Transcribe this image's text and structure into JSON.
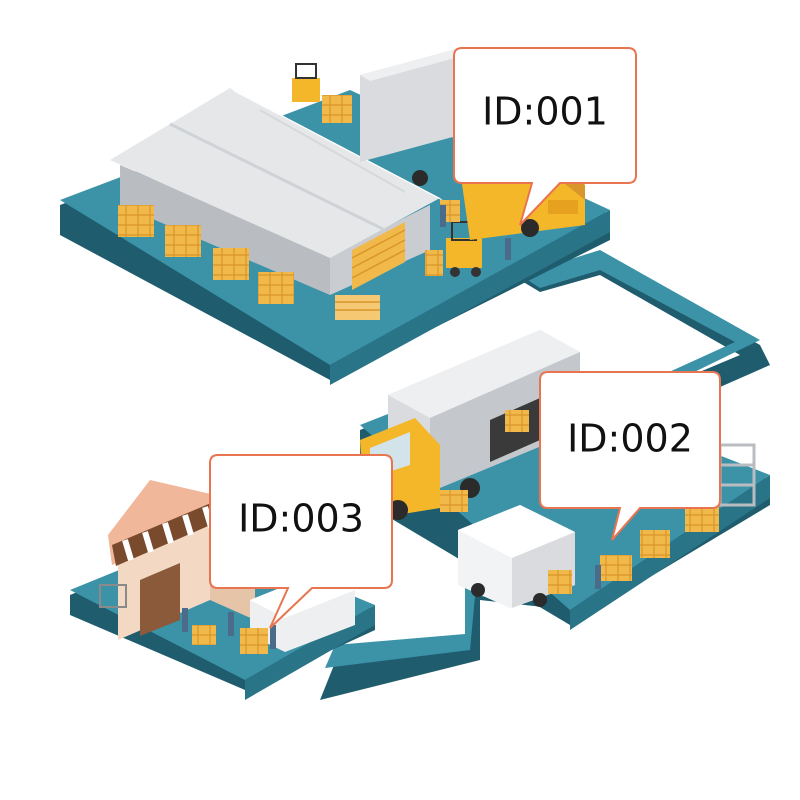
{
  "labels": {
    "stop1": "ID:001",
    "stop2": "ID:002",
    "stop3": "ID:003"
  },
  "colors": {
    "ground_top": "#3c93a8",
    "ground_side": "#1f5d6e",
    "ground_edge": "#2a7488",
    "warehouse_roof": "#e6e7e9",
    "warehouse_wall": "#b9bcc0",
    "cargo": "#f1b84a",
    "cargo_dark": "#d9962b",
    "truck_yellow": "#f5b72a",
    "truck_box": "#d9dbde",
    "shop_awning_a": "#7a4a2c",
    "shop_awning_b": "#ffffff",
    "shop_wall": "#f3d9c3",
    "bubble_border": "#e87450",
    "bubble_fill": "#ffffff",
    "text": "#111111"
  },
  "icons": {
    "warehouse": "warehouse-icon",
    "truck": "truck-icon",
    "van": "van-icon",
    "forklift": "forklift-icon",
    "shop": "shop-icon"
  }
}
